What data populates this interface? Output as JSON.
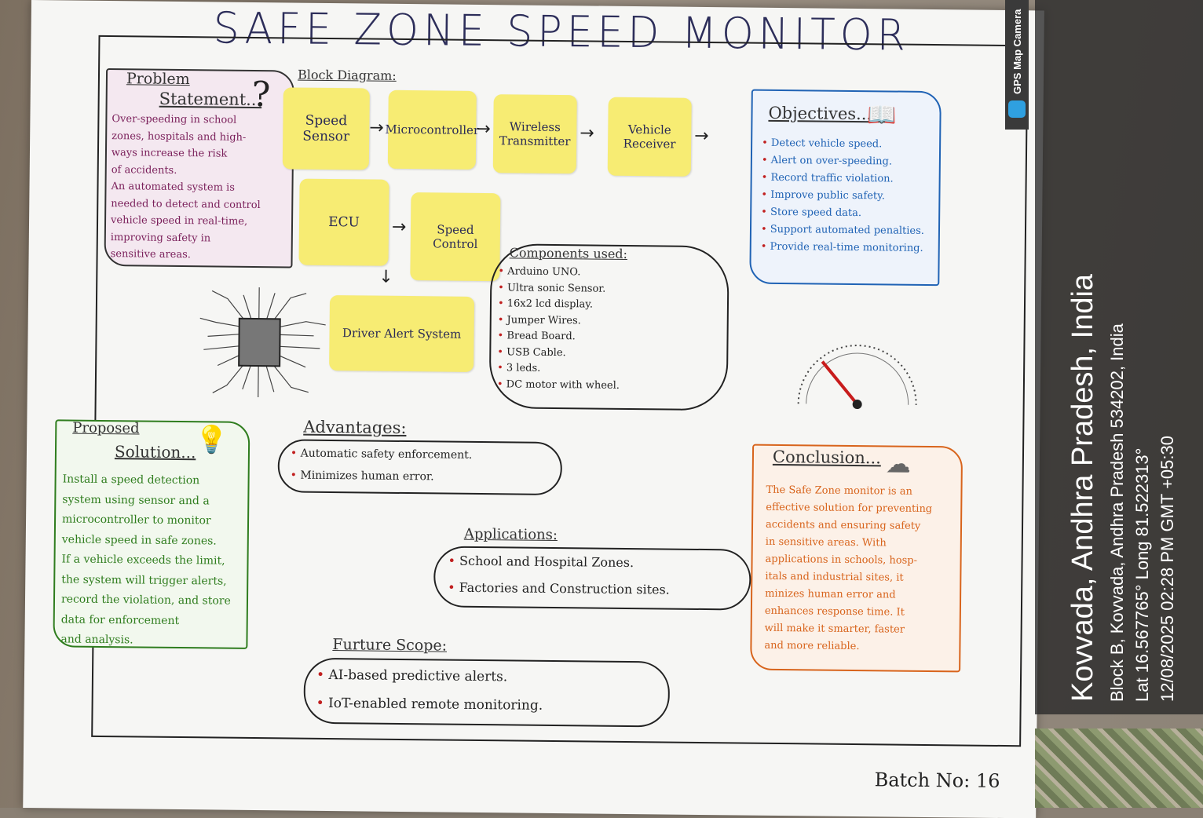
{
  "poster": {
    "title": "SAFE ZONE SPEED MONITOR",
    "batch": "Batch No: 16",
    "problem": {
      "heading1": "Problem",
      "heading2": "Statement...",
      "lines": [
        "Over-speeding in school",
        "zones, hospitals and high-",
        "ways increase the risk",
        "of accidents.",
        "An automated system is",
        "needed to detect and control",
        "vehicle speed in real-time,",
        "improving safety in",
        "sensitive areas."
      ]
    },
    "block_diagram": {
      "heading": "Block Diagram:",
      "speed_sensor": "Speed Sensor",
      "microcontroller": "Microcontroller",
      "wireless_transmitter": "Wireless Transmitter",
      "vehicle_receiver": "Vehicle Receiver",
      "ecu": "ECU",
      "speed_control": "Speed Control",
      "driver_alert": "Driver Alert System"
    },
    "components": {
      "heading": "Components used:",
      "items": [
        "Arduino UNO.",
        "Ultra sonic Sensor.",
        "16x2 lcd display.",
        "Jumper Wires.",
        "Bread Board.",
        "USB Cable.",
        "3 leds.",
        "DC motor with wheel."
      ]
    },
    "objectives": {
      "heading": "Objectives...",
      "items": [
        "Detect vehicle speed.",
        "Alert on over-speeding.",
        "Record traffic violation.",
        "Improve public safety.",
        "Store speed data.",
        "Support automated penalties.",
        "Provide real-time monitoring."
      ]
    },
    "proposed": {
      "heading1": "Proposed",
      "heading2": "Solution...",
      "lines": [
        "Install a speed detection",
        "system using sensor and a",
        "microcontroller to monitor",
        "vehicle speed in safe zones.",
        "If a vehicle exceeds the limit,",
        "the system will trigger alerts,",
        "record the violation, and store",
        "data for enforcement",
        "and analysis."
      ]
    },
    "advantages": {
      "heading": "Advantages:",
      "items": [
        "Automatic safety enforcement.",
        "Minimizes human error."
      ]
    },
    "applications": {
      "heading": "Applications:",
      "items": [
        "School and Hospital Zones.",
        "Factories and Construction sites."
      ]
    },
    "future": {
      "heading": "Furture Scope:",
      "items": [
        "AI-based predictive alerts.",
        "IoT-enabled remote monitoring."
      ]
    },
    "conclusion": {
      "heading": "Conclusion...",
      "lines": [
        "The Safe Zone monitor is an",
        "effective solution for preventing",
        "accidents and ensuring safety",
        "in sensitive areas. With",
        "applications in schools, hosp-",
        "itals and industrial sites, it",
        "minizes human error and",
        "enhances response time. It",
        "will make it smarter, faster",
        "and more reliable."
      ]
    },
    "colors": {
      "problem": "#7a1f5a",
      "proposed": "#2f7d1e",
      "objectives": "#2063b5",
      "conclusion": "#d8641c",
      "sticky": "#f7ec73"
    }
  },
  "overlay": {
    "app": "GPS Map Camera",
    "place": "Kovvada, Andhra Pradesh, India",
    "address": "Block B, Kovvada, Andhra Pradesh 534202, India",
    "coords": "Lat 16.567765° Long 81.522313°",
    "datetime": "12/08/2025 02:28 PM GMT +05:30"
  }
}
